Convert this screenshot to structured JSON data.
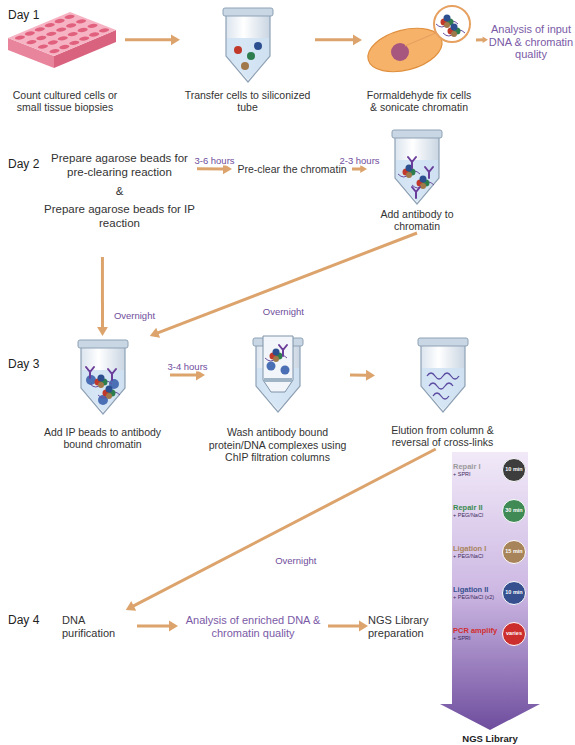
{
  "diagram": {
    "nodes": [
      {
        "text": [
          "Count cultured cells or small tissue biopsies"
        ]
      },
      {
        "text": [
          "Transfer cells to siliconized tube"
        ]
      },
      {
        "text": [
          "Formaldehyde fix cells & sonicate chromatin"
        ]
      },
      {
        "text": [
          "Analysis of input DNA & chromatin quality"
        ]
      },
      {
        "text": [
          "Prepare agarose beads for pre-clearing reaction",
          "&",
          "Prepare agarose beads for IP reaction"
        ]
      },
      {
        "text": [
          "Pre-clear the chromatin"
        ]
      },
      {
        "text": [
          "Add antibody to chromatin"
        ]
      },
      {
        "text": [
          "Add IP beads to antibody bound chromatin"
        ]
      },
      {
        "text": [
          "Wash antibody bound protein/DNA complexes using ChIP filtration columns"
        ]
      },
      {
        "text": [
          "Elution from column & reversal of cross-links"
        ]
      },
      {
        "text": [
          "DNA purification"
        ]
      },
      {
        "text": [
          "Analysis of enriched DNA & chromatin quality"
        ]
      },
      {
        "text": [
          "NGS Library preparation"
        ]
      },
      {
        "text": [
          "NGS Library"
        ]
      },
      {
        "text": [
          "Repair I",
          "+ SPRI"
        ],
        "in": 13
      },
      {
        "text": [
          "10 min"
        ],
        "in": 13
      },
      {
        "text": [
          "Repair II",
          "+ PEG/NaCl"
        ],
        "in": 13
      },
      {
        "text": [
          "30 min"
        ],
        "in": 13
      },
      {
        "text": [
          "Ligation I",
          "+ PEG/NaCl"
        ],
        "in": 13
      },
      {
        "text": [
          "15 min"
        ],
        "in": 13
      },
      {
        "text": [
          "Ligation II",
          "+ PEG/NaCl (x2)"
        ],
        "in": 13
      },
      {
        "text": [
          "10 min"
        ],
        "in": 13
      },
      {
        "text": [
          "PCR amplify",
          "+ SPRI"
        ],
        "in": 13
      },
      {
        "text": [
          "varies"
        ],
        "in": 13
      }
    ],
    "edges": [
      {
        "from": 0,
        "to": 1,
        "arrow": "to"
      },
      {
        "from": 1,
        "to": 2,
        "arrow": "to"
      },
      {
        "from": 2,
        "to": 3,
        "arrow": "to"
      },
      {
        "from": 4,
        "to": 5,
        "label": "3-6 hours",
        "arrow": "to"
      },
      {
        "from": 5,
        "to": 6,
        "label": "2-3 hours",
        "arrow": "to"
      },
      {
        "from": 4,
        "to": 7,
        "label": "Overnight",
        "arrow": "to"
      },
      {
        "from": 6,
        "to": 7,
        "label": "Overnight",
        "arrow": "to"
      },
      {
        "from": 7,
        "to": 8,
        "label": "3-4 hours",
        "arrow": "to"
      },
      {
        "from": 8,
        "to": 9,
        "arrow": "to"
      },
      {
        "from": 9,
        "to": 10,
        "label": "Overnight",
        "arrow": "to"
      },
      {
        "from": 10,
        "to": 11,
        "arrow": "to"
      },
      {
        "from": 11,
        "to": 12,
        "arrow": "to"
      }
    ],
    "labels": [
      "Day 1",
      "Day 2",
      "Day 3",
      "Day 4"
    ]
  }
}
